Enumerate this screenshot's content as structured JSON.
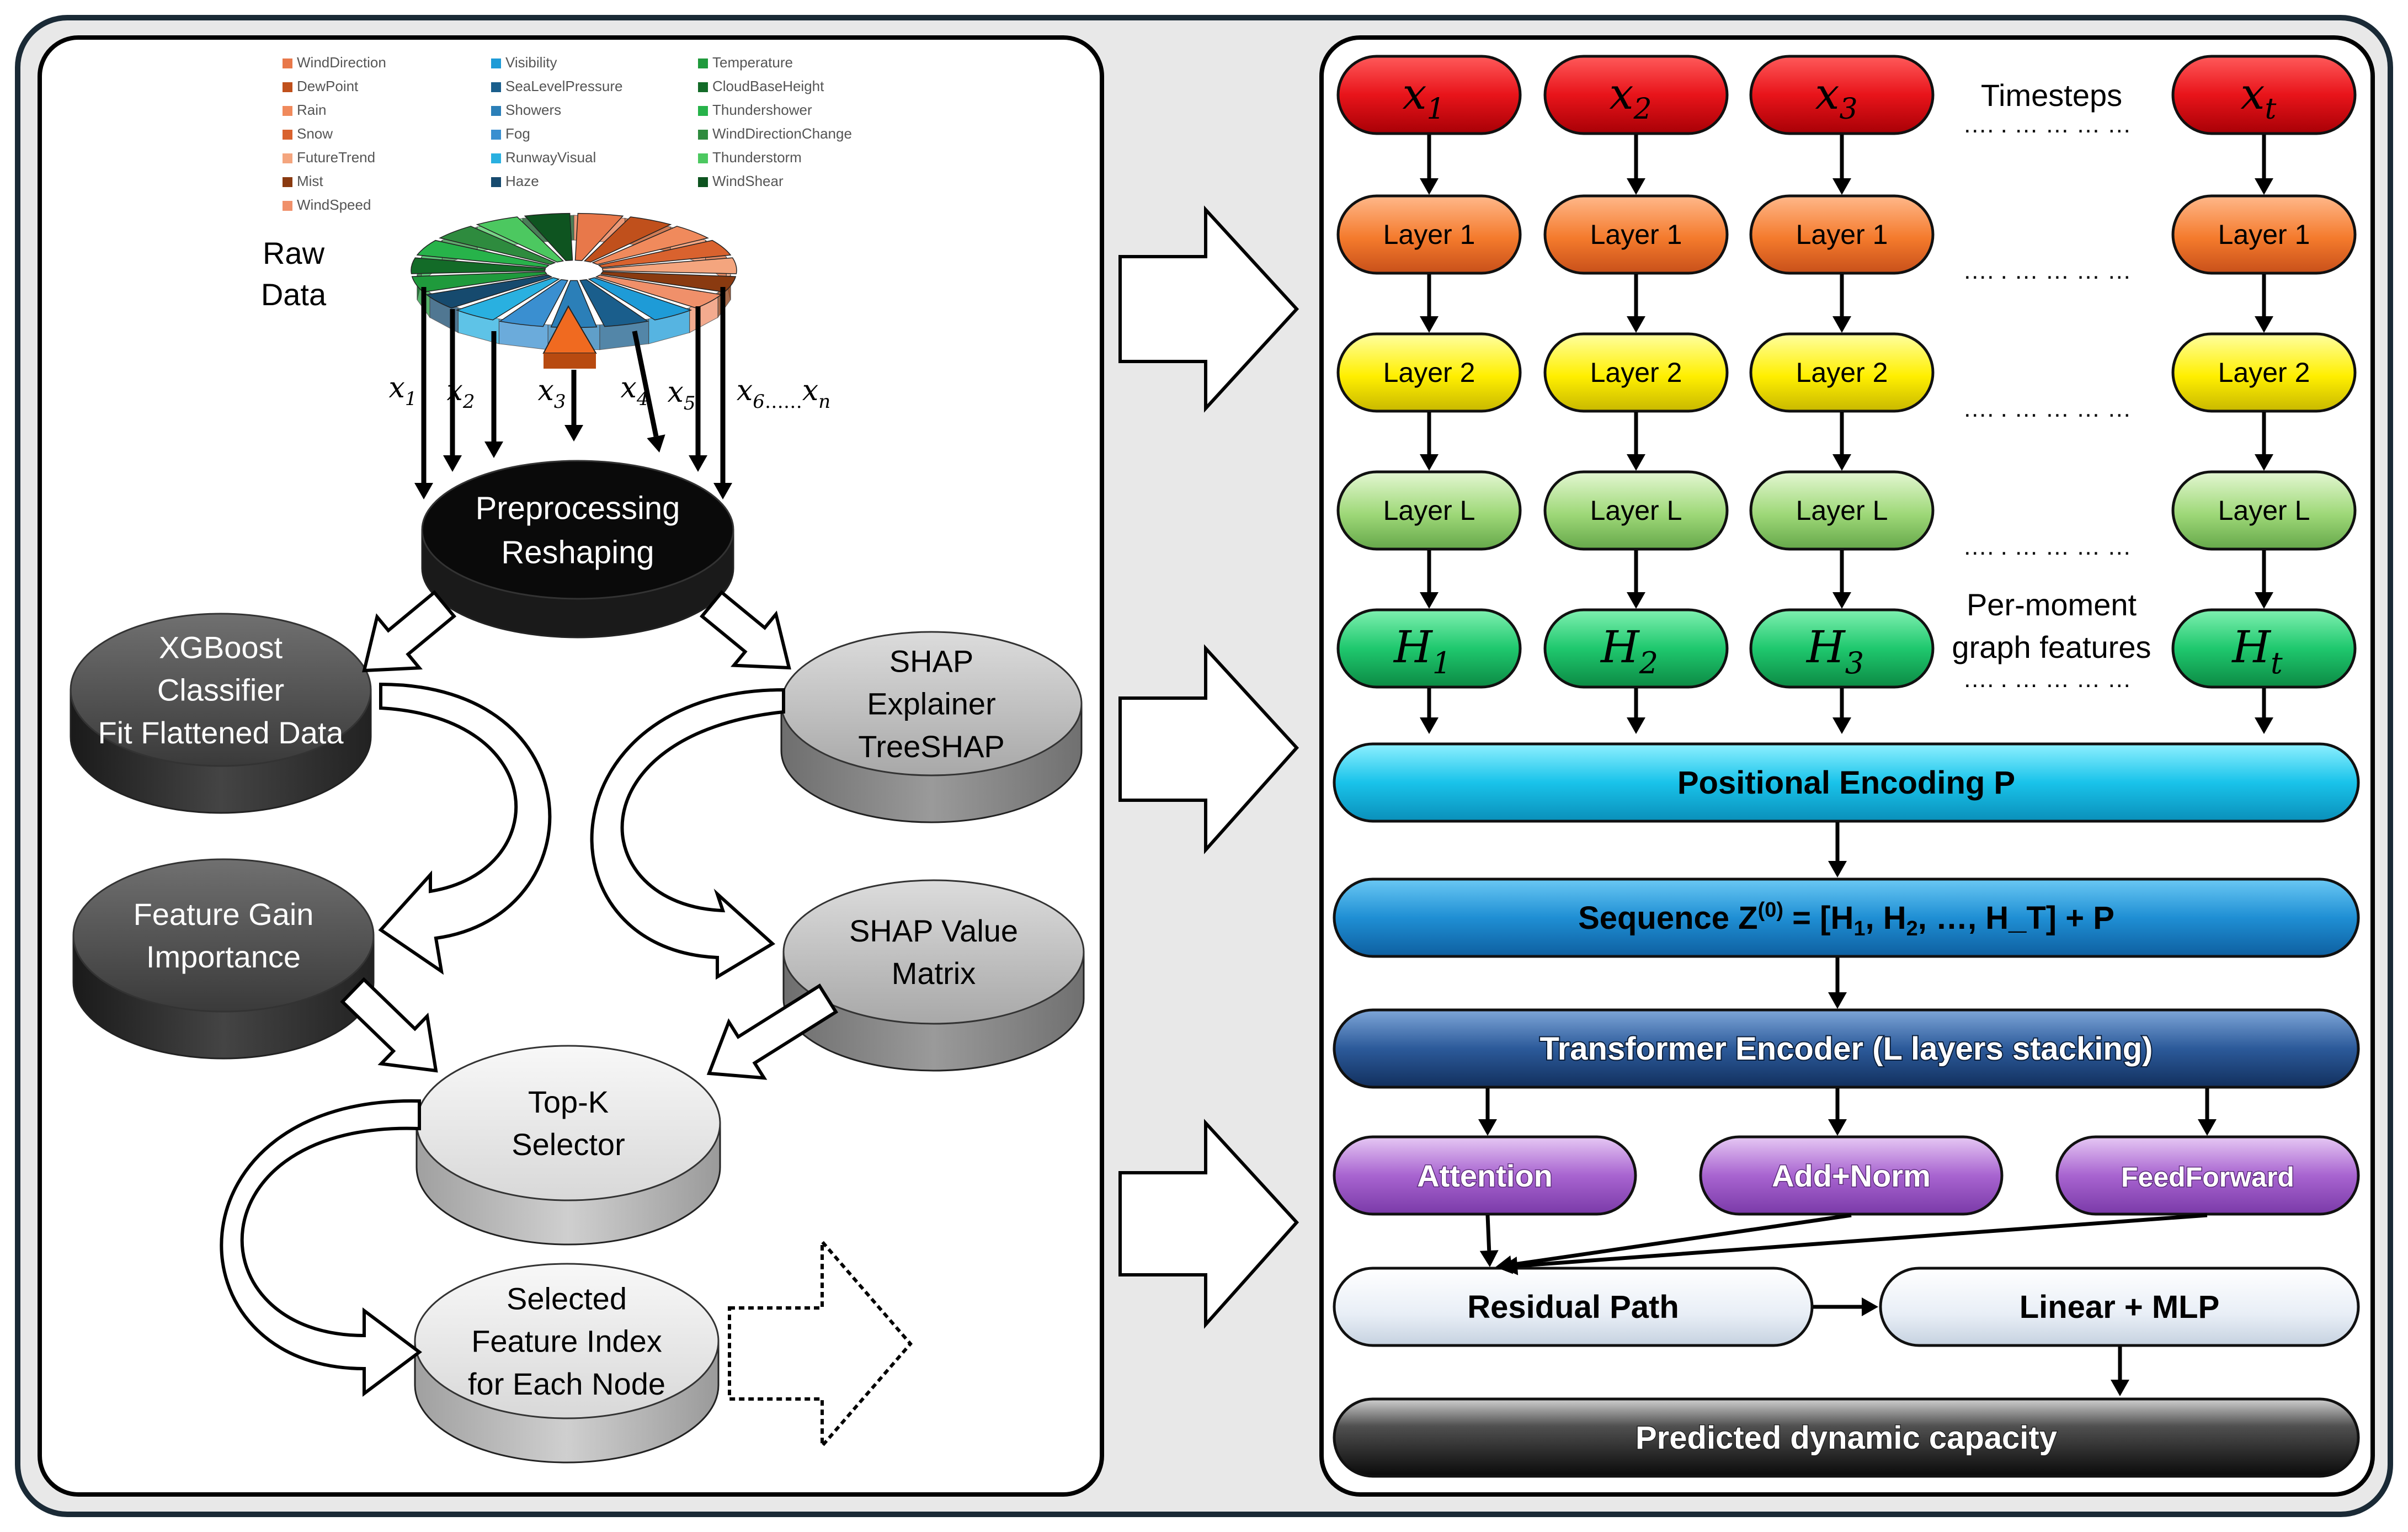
{
  "left": {
    "legend": [
      {
        "label": "WindDirection",
        "color": "#E8784A"
      },
      {
        "label": "DewPoint",
        "color": "#C0501C"
      },
      {
        "label": "Rain",
        "color": "#F08A5C"
      },
      {
        "label": "Snow",
        "color": "#D9622E"
      },
      {
        "label": "FutureTrend",
        "color": "#F4A57E"
      },
      {
        "label": "Mist",
        "color": "#8A3A10"
      },
      {
        "label": "WindSpeed",
        "color": "#F0906A"
      },
      {
        "label": "Visibility",
        "color": "#1E9BD7"
      },
      {
        "label": "SeaLevelPressure",
        "color": "#1A5E8C"
      },
      {
        "label": "Showers",
        "color": "#2B7FB8"
      },
      {
        "label": "Fog",
        "color": "#3A8FD0"
      },
      {
        "label": "RunwayVisual",
        "color": "#29B0E0"
      },
      {
        "label": "Haze",
        "color": "#164A6E"
      },
      {
        "label": "Temperature",
        "color": "#1F9A3C"
      },
      {
        "label": "CloudBaseHeight",
        "color": "#136B28"
      },
      {
        "label": "Thundershower",
        "color": "#27B34A"
      },
      {
        "label": "WindDirectionChange",
        "color": "#2E8B3E"
      },
      {
        "label": "Thunderstorm",
        "color": "#4CC860"
      },
      {
        "label": "WindShear",
        "color": "#0E5420"
      }
    ],
    "raw_data_label": [
      "Raw",
      "Data"
    ],
    "input_labels": [
      {
        "base": "x",
        "sub": "1"
      },
      {
        "base": "x",
        "sub": "2"
      },
      {
        "base": "x",
        "sub": "3"
      },
      {
        "base": "x",
        "sub": "4"
      },
      {
        "base": "x",
        "sub": "5"
      },
      {
        "base": "x",
        "sub": "6",
        "suffix": "……",
        "base2": "x",
        "sub2": "n"
      }
    ],
    "disks": {
      "preprocessing": [
        "Preprocessing",
        "Reshaping"
      ],
      "xgboost": [
        "XGBoost",
        "Classifier",
        "Fit Flattened Data"
      ],
      "shap_explainer": [
        "SHAP",
        "Explainer",
        "TreeSHAP"
      ],
      "feature_gain": [
        "Feature Gain",
        "Importance"
      ],
      "shap_matrix": [
        "SHAP Value",
        "Matrix"
      ],
      "topk": [
        "Top-K",
        "Selector"
      ],
      "selected": [
        "Selected",
        "Feature Index",
        "for Each Node"
      ]
    }
  },
  "right": {
    "timestep_cols": [
      {
        "x": "x",
        "sub": "1",
        "layer1": "Layer 1",
        "layer2": "Layer 2",
        "layerL": "Layer L",
        "H": "H",
        "Hsub": "1"
      },
      {
        "x": "x",
        "sub": "2",
        "layer1": "Layer 1",
        "layer2": "Layer 2",
        "layerL": "Layer L",
        "H": "H",
        "Hsub": "2"
      },
      {
        "x": "x",
        "sub": "3",
        "layer1": "Layer 1",
        "layer2": "Layer 2",
        "layerL": "Layer L",
        "H": "H",
        "Hsub": "3"
      },
      {
        "x": "x",
        "sub": "t",
        "layer1": "Layer 1",
        "layer2": "Layer 2",
        "layerL": "Layer L",
        "H": "H",
        "Hsub": "t"
      }
    ],
    "timesteps_label": "Timesteps",
    "per_moment_label": [
      "Per-moment",
      "graph features"
    ],
    "dots": "…. . … … … …",
    "positional_encoding": "Positional Encoding P",
    "sequence": {
      "prefix": "Sequence Z",
      "sup": "(0)",
      "middle": " = [H",
      "s1": "1",
      "c1": ", H",
      "s2": "2",
      "rest": ", …, H_T] + P"
    },
    "transformer": "Transformer Encoder (L layers stacking)",
    "attention": "Attention",
    "addnorm": "Add+Norm",
    "feedforward": "FeedForward",
    "residual": "Residual Path",
    "linear": "Linear + MLP",
    "predicted": "Predicted dynamic capacity"
  }
}
